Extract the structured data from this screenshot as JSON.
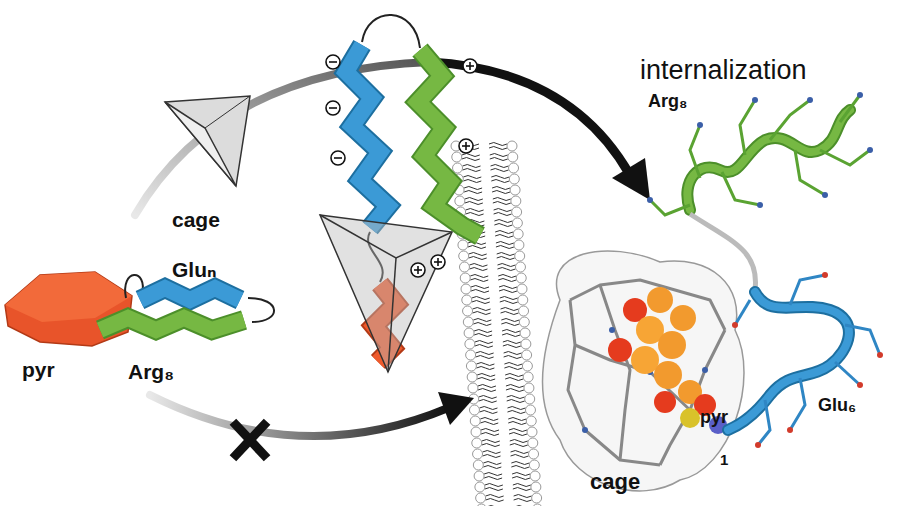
{
  "diagram": {
    "labels": [
      "cage",
      "Gluₙ",
      "pyr",
      "Arg₈",
      "internalization",
      "Arg₈",
      "pyr",
      "Glu₆",
      "cage",
      "1"
    ]
  }
}
